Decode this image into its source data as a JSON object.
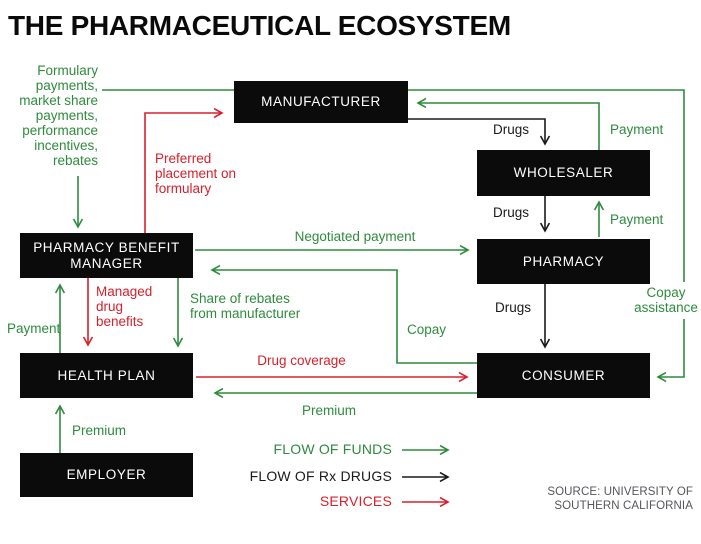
{
  "title": "THE PHARMACEUTICAL ECOSYSTEM",
  "colors": {
    "background": "#ffffff",
    "title_text": "#0a0a0a",
    "funds": "#2e8b3d",
    "rx_drugs": "#1a1a1a",
    "services": "#d7202c",
    "box_bg": "#0b0b0b",
    "box_text": "#ffffff",
    "source_text": "#54565b"
  },
  "entities": {
    "manufacturer": "MANUFACTURER",
    "wholesaler": "WHOLESALER",
    "pharmacy": "PHARMACY",
    "pbm": "PHARMACY BENEFIT\nMANAGER",
    "health_plan": "HEALTH PLAN",
    "employer": "EMPLOYER",
    "consumer": "CONSUMER"
  },
  "labels": {
    "formulary_payments": "Formulary\npayments,\nmarket share\npayments,\nperformance\nincentives,\nrebates",
    "preferred_placement": "Preferred\nplacement on\nformulary",
    "negotiated_payment": "Negotiated payment",
    "drugs_manufacturer_to_wholesaler": "Drugs",
    "drugs_wholesaler_to_pharmacy": "Drugs",
    "drugs_pharmacy_to_consumer": "Drugs",
    "payment_wholesaler_to_manufacturer": "Payment",
    "payment_pharmacy_to_wholesaler": "Payment",
    "payment_healthplan_to_pbm": "Payment",
    "managed_drug_benefits": "Managed\ndrug\nbenefits",
    "share_of_rebates": "Share of rebates\nfrom manufacturer",
    "copay": "Copay",
    "copay_assistance": "Copay\nassistance",
    "drug_coverage": "Drug coverage",
    "premium_consumer_to_healthplan": "Premium",
    "premium_employer_to_healthplan": "Premium"
  },
  "legend": {
    "funds": "FLOW OF FUNDS",
    "rx_drugs": "FLOW OF Rx DRUGS",
    "services": "SERVICES"
  },
  "source": "SOURCE: UNIVERSITY OF\nSOUTHERN CALIFORNIA"
}
